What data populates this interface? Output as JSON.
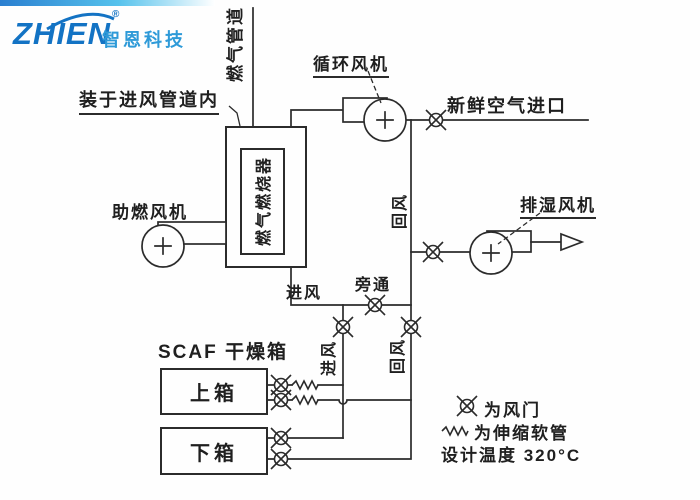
{
  "logo": {
    "brand": "ZHIEN",
    "registered": "®",
    "company": "智恩科技"
  },
  "pipes": {
    "gas_pipe_label": "燃气管道"
  },
  "heater": {
    "note": "装于进风管道内",
    "burner_label": "燃气燃烧器"
  },
  "fans": {
    "circulation": "循环风机",
    "combustion": "助燃风机",
    "exhaust": "排湿风机"
  },
  "ducts": {
    "fresh_air_inlet": "新鲜空气进口",
    "return_air_upper": "回风",
    "supply_air": "进风",
    "bypass": "旁通",
    "supply_air_vertical": "进风",
    "return_air_lower": "回风"
  },
  "dryer": {
    "title": "SCAF 干燥箱",
    "upper_box": "上箱",
    "lower_box": "下箱"
  },
  "legend": {
    "damper": "为风门",
    "hose": "为伸缩软管",
    "design_temp": "设计温度 320°C"
  },
  "colors": {
    "line": "#2b2b2b",
    "brand_blue": "#1373c4",
    "brand_light": "#2e9ad8"
  }
}
